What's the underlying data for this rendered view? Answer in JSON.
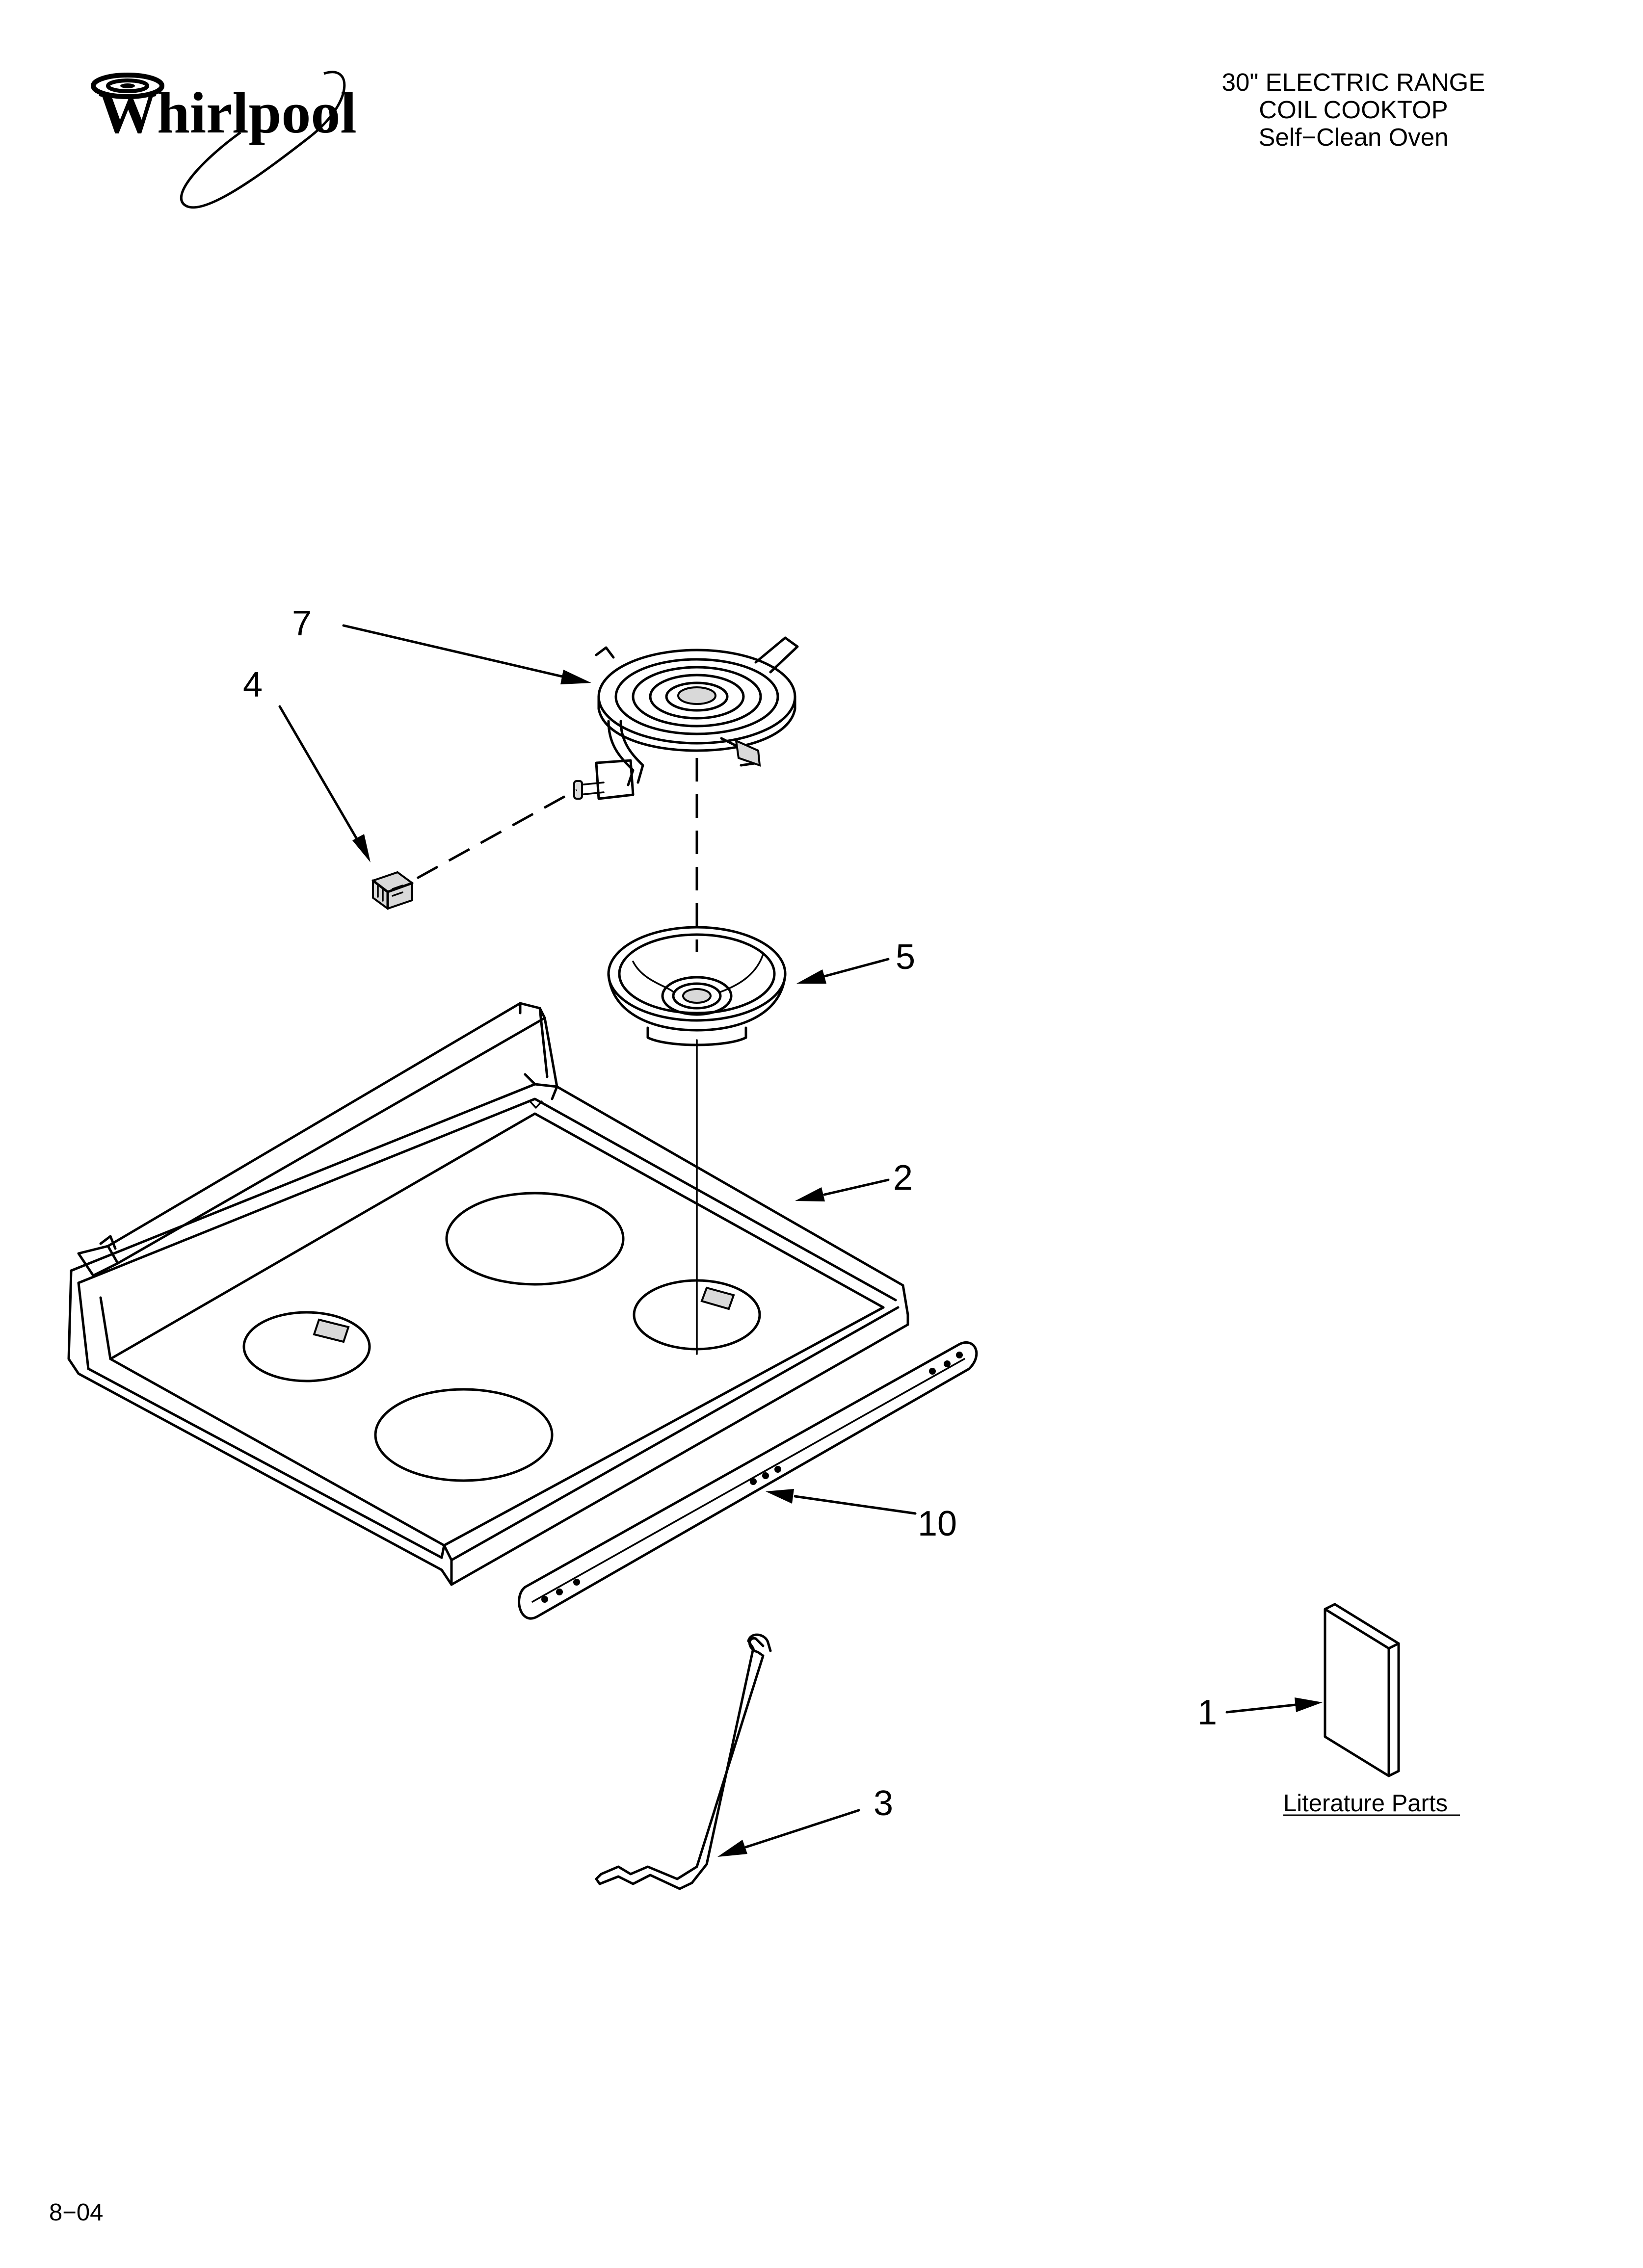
{
  "brand": {
    "logo_text": "Whirlpool"
  },
  "header": {
    "line1": "30\" ELECTRIC RANGE",
    "line2": "COIL COOKTOP",
    "line3": "Self−Clean Oven"
  },
  "callouts": {
    "element": "7",
    "terminal_block": "4",
    "drip_bowl": "5",
    "cooktop": "2",
    "support_bar": "10",
    "prop_rod": "3",
    "literature": "1"
  },
  "literature_label": "Literature Parts",
  "footer": {
    "code": "8−04"
  }
}
